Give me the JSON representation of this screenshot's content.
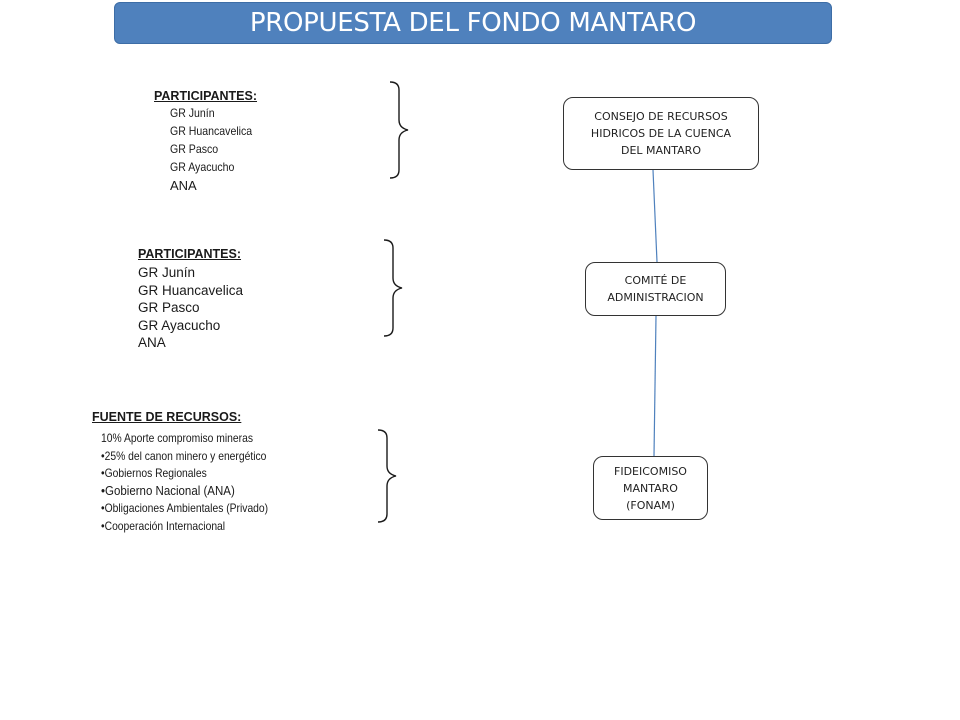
{
  "title": "PROPUESTA DEL FONDO MANTARO",
  "participants_group_1": {
    "heading": "PARTICIPANTES:",
    "items": [
      "GR Junín",
      "GR Huancavelica",
      "GR Pasco",
      "GR Ayacucho",
      "ANA"
    ]
  },
  "participants_group_2": {
    "heading": "PARTICIPANTES:",
    "items": [
      "GR Junín",
      "GR Huancavelica",
      "GR Pasco",
      "GR Ayacucho",
      "ANA"
    ]
  },
  "funding_sources": {
    "heading": "FUENTE DE  RECURSOS:",
    "items": [
      "10% Aporte compromiso mineras",
      "•25% del canon minero y energético",
      "•Gobiernos Regionales",
      "•Gobierno Nacional (ANA)",
      "•Obligaciones Ambientales (Privado)",
      "•Cooperación Internacional"
    ]
  },
  "org_chart": {
    "council": [
      "CONSEJO DE RECURSOS",
      "HIDRICOS DE LA CUENCA",
      "DEL MANTARO"
    ],
    "committee": [
      "COMITÉ DE",
      "ADMINISTRACION"
    ],
    "trust": [
      "FIDEICOMISO",
      "MANTARO",
      "(FONAM)"
    ]
  },
  "colors": {
    "title_background": "#4f81bd",
    "connector_line": "#4f81bd",
    "brace": "#1a1a1a"
  }
}
